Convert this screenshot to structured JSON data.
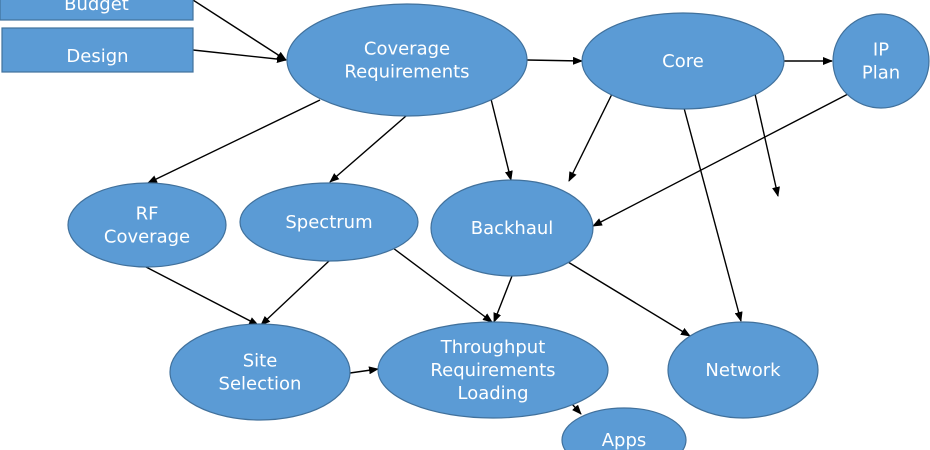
{
  "colors": {
    "node_fill": "#5b9bd5",
    "node_border": "#41719c",
    "node_text": "#ffffff",
    "edge": "#000000",
    "background": "#ffffff"
  },
  "nodes": {
    "budget": {
      "label": [
        "Budget"
      ],
      "shape": "rectangle"
    },
    "design": {
      "label": [
        "Design"
      ],
      "shape": "rectangle"
    },
    "coverage_requirements": {
      "label": [
        "Coverage",
        "Requirements"
      ],
      "shape": "ellipse"
    },
    "core": {
      "label": [
        "Core"
      ],
      "shape": "ellipse"
    },
    "ip_plan": {
      "label": [
        "IP",
        "Plan"
      ],
      "shape": "ellipse"
    },
    "rf_coverage": {
      "label": [
        "RF",
        "Coverage"
      ],
      "shape": "ellipse"
    },
    "spectrum": {
      "label": [
        "Spectrum"
      ],
      "shape": "ellipse"
    },
    "backhaul": {
      "label": [
        "Backhaul"
      ],
      "shape": "ellipse"
    },
    "site_selection": {
      "label": [
        "Site",
        "Selection"
      ],
      "shape": "ellipse"
    },
    "throughput": {
      "label": [
        "Throughput",
        "Requirements",
        "Loading"
      ],
      "shape": "ellipse"
    },
    "network": {
      "label": [
        "Network"
      ],
      "shape": "ellipse"
    },
    "apps": {
      "label": [
        "Apps"
      ],
      "shape": "ellipse"
    }
  },
  "edges": [
    {
      "from": "budget",
      "to": "coverage_requirements"
    },
    {
      "from": "design",
      "to": "coverage_requirements"
    },
    {
      "from": "coverage_requirements",
      "to": "core"
    },
    {
      "from": "core",
      "to": "ip_plan"
    },
    {
      "from": "coverage_requirements",
      "to": "rf_coverage"
    },
    {
      "from": "coverage_requirements",
      "to": "spectrum"
    },
    {
      "from": "coverage_requirements",
      "to": "backhaul"
    },
    {
      "from": "core",
      "to": "backhaul"
    },
    {
      "from": "ip_plan",
      "to": "backhaul"
    },
    {
      "from": "core",
      "to": null
    },
    {
      "from": "core",
      "to": "network"
    },
    {
      "from": "rf_coverage",
      "to": "site_selection"
    },
    {
      "from": "spectrum",
      "to": "site_selection"
    },
    {
      "from": "spectrum",
      "to": "throughput"
    },
    {
      "from": "backhaul",
      "to": "throughput"
    },
    {
      "from": "backhaul",
      "to": "network"
    },
    {
      "from": "site_selection",
      "to": "throughput"
    },
    {
      "from": "throughput",
      "to": "apps"
    }
  ]
}
